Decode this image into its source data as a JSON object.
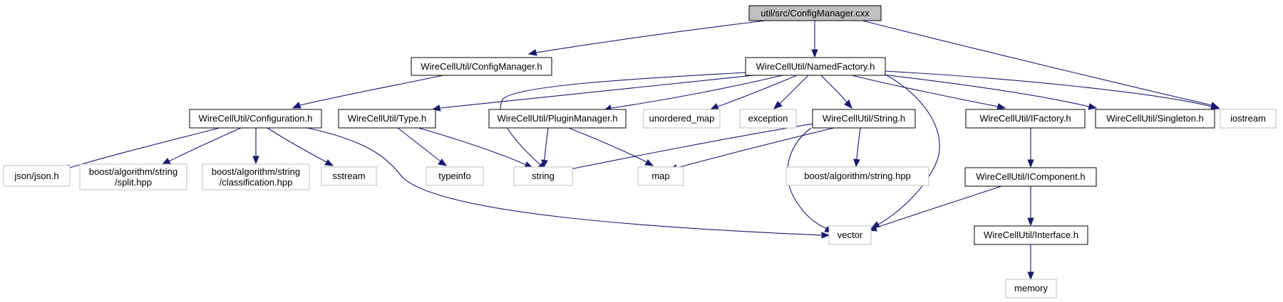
{
  "nodes": {
    "root": "util/src/ConfigManager.cxx",
    "configmanager_h": "WireCellUtil/ConfigManager.h",
    "namedfactory": "WireCellUtil/NamedFactory.h",
    "configuration": "WireCellUtil/Configuration.h",
    "type": "WireCellUtil/Type.h",
    "pluginmanager": "WireCellUtil/PluginManager.h",
    "unordered_map": "unordered_map",
    "exception": "exception",
    "string_h": "WireCellUtil/String.h",
    "ifactory": "WireCellUtil/IFactory.h",
    "singleton": "WireCellUtil/Singleton.h",
    "iostream": "iostream",
    "json": "json/json.h",
    "split": [
      "boost/algorithm/string",
      "/split.hpp"
    ],
    "classification": [
      "boost/algorithm/string",
      "/classification.hpp"
    ],
    "sstream": "sstream",
    "typeinfo": "typeinfo",
    "string": "string",
    "map": "map",
    "boost_string": "boost/algorithm/string.hpp",
    "icomponent": "WireCellUtil/IComponent.h",
    "vector": "vector",
    "interface": "WireCellUtil/Interface.h",
    "memory": "memory"
  },
  "colors": {
    "edge": "#191970",
    "root_fill": "#bfbfbf",
    "project_border": "#000000",
    "external_border": "#bfbfbf"
  }
}
